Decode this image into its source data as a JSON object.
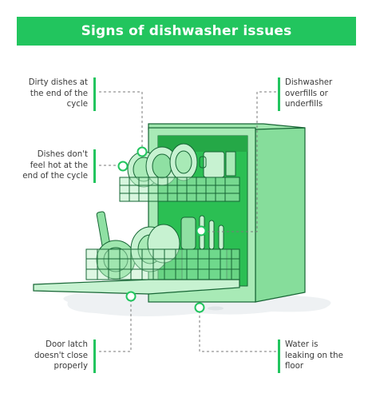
{
  "title": "Signs of dishwasher issues",
  "callouts": {
    "dirty_dishes": [
      "Dirty dishes at",
      "the end of the",
      "cycle"
    ],
    "not_hot": [
      "Dishes don't",
      "feel hot at the",
      "end of the cycle"
    ],
    "door_latch": [
      "Door latch",
      "doesn't close",
      "properly"
    ],
    "overfills": [
      "Dishwasher",
      "overfills or",
      "underfills"
    ],
    "leaking": [
      "Water is",
      "leaking on the",
      "floor"
    ]
  },
  "colors": {
    "accent": "#22c55e",
    "body": "#a3e8b1",
    "body_dark": "#7fdc94",
    "outline": "#166534",
    "text": "#3a3a3a"
  }
}
